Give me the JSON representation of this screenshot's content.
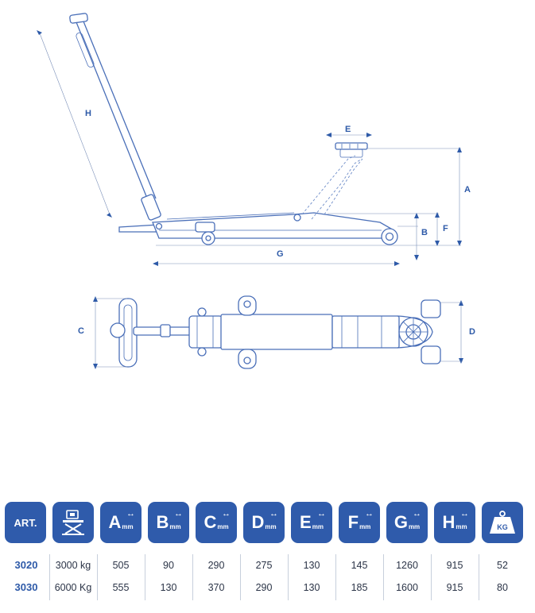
{
  "diagram": {
    "labels": {
      "a": "A",
      "b": "B",
      "c": "C",
      "d": "D",
      "e": "E",
      "f": "F",
      "g": "G",
      "h": "H"
    }
  },
  "table": {
    "header": {
      "art": "ART.",
      "mm": "mm",
      "kg": "KG",
      "letters": [
        "A",
        "B",
        "C",
        "D",
        "E",
        "F",
        "G",
        "H"
      ],
      "arrow": "↔"
    },
    "rows": [
      {
        "art": "3020",
        "capacity": "3000 kg",
        "a": "505",
        "b": "90",
        "c": "290",
        "d": "275",
        "e": "130",
        "f": "145",
        "g": "1260",
        "h": "915",
        "kg": "52"
      },
      {
        "art": "3030",
        "capacity": "6000 Kg",
        "a": "555",
        "b": "130",
        "c": "370",
        "d": "290",
        "e": "130",
        "f": "185",
        "g": "1600",
        "h": "915",
        "kg": "80"
      }
    ]
  }
}
